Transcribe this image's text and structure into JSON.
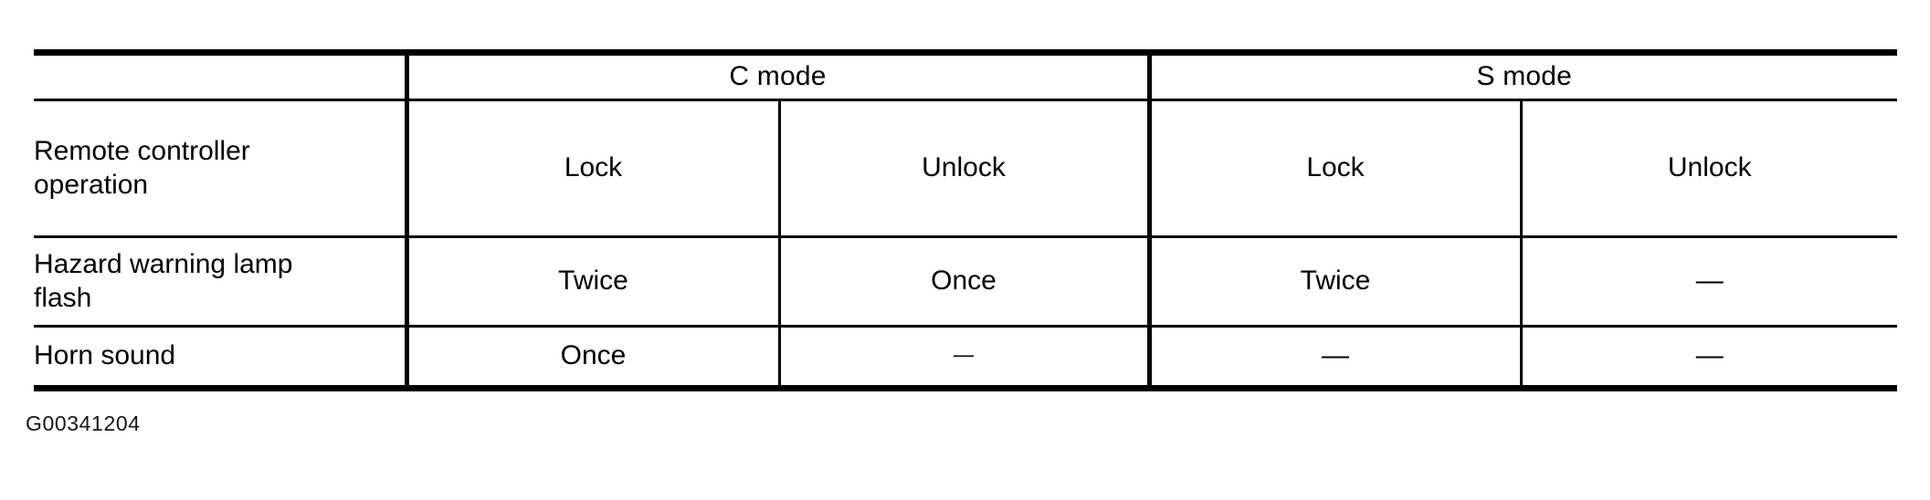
{
  "figure": {
    "caption_id": "G00341204"
  },
  "table": {
    "mode_headers": [
      {
        "label": "",
        "span": 1
      },
      {
        "label": "C mode",
        "span": 2
      },
      {
        "label": "S mode",
        "span": 2
      }
    ],
    "column_headers": {
      "row_label": "Remote controller operation",
      "c_mode_lock": "Lock",
      "c_mode_unlock": "Unlock",
      "s_mode_lock": "Lock",
      "s_mode_unlock": "Unlock"
    },
    "rows": [
      {
        "label": "Hazard warning lamp flash",
        "c_mode_lock": "Twice",
        "c_mode_unlock": "Once",
        "s_mode_lock": "Twice",
        "s_mode_unlock": "—"
      },
      {
        "label": "Horn sound",
        "c_mode_lock": "Once",
        "c_mode_unlock": "—",
        "s_mode_lock": "—",
        "s_mode_unlock": "—"
      }
    ]
  },
  "colors": {
    "ink": "#000000",
    "page_background": "#ffffff",
    "caption_ink": "#161616"
  }
}
